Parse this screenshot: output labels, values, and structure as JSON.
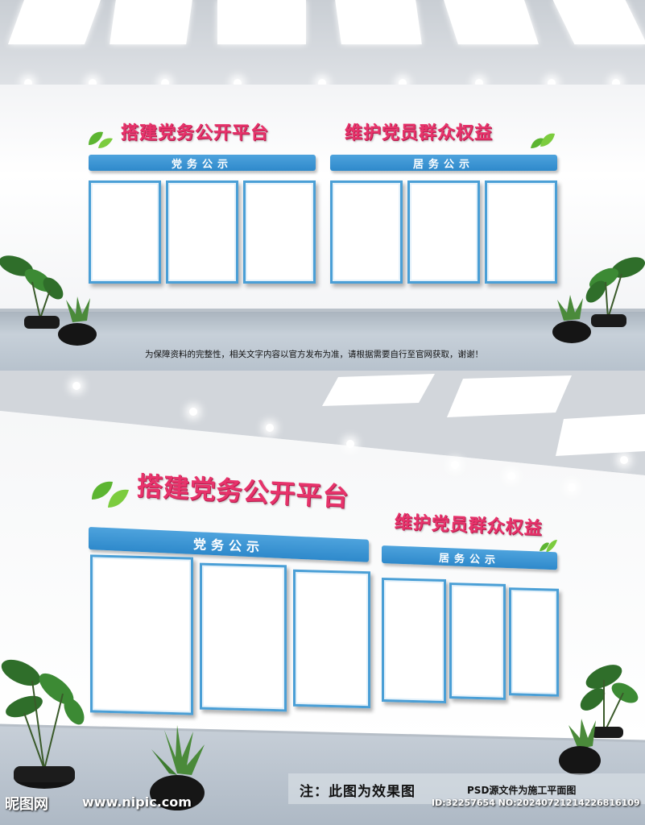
{
  "top_scene": {
    "title_left": "搭建党务公开平台",
    "title_right": "维护党员群众权益",
    "bar_left": "党务公示",
    "bar_right": "居务公示",
    "notice": "为保障资料的完整性，相关文字内容以官方发布为准，请根据需要自行至官网获取，谢谢！"
  },
  "bottom_scene": {
    "title_left": "搭建党务公开平台",
    "title_right": "维护党员群众权益",
    "bar_left": "党务公示",
    "bar_right": "居务公示"
  },
  "footer": {
    "note": "注：此图为效果图",
    "psd_note": "PSD源文件为施工平面图",
    "watermark_brand": "昵图网",
    "watermark_url": "www.nipic.com",
    "id_text": "ID:32257654 NO:20240721214226816109"
  },
  "colors": {
    "title_red": "#e7336b",
    "bar_blue": "#2e89cb",
    "frame_blue": "#4a9fd6",
    "leaf_green": "#5cb531"
  }
}
